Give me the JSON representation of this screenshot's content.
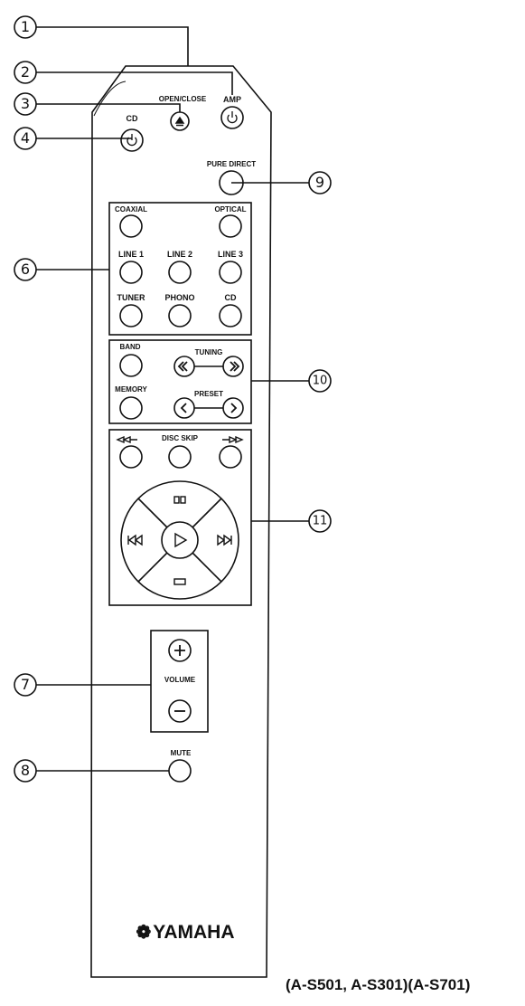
{
  "callouts": {
    "c1": "1",
    "c2": "2",
    "c3": "3",
    "c4": "4",
    "c6": "6",
    "c7": "7",
    "c8": "8",
    "c9": "9",
    "c10": "10",
    "c11": "11"
  },
  "top": {
    "cd": "CD",
    "open_close": "OPEN/CLOSE",
    "amp": "AMP",
    "pure_direct": "PURE DIRECT"
  },
  "input": {
    "coaxial": "COAXIAL",
    "optical": "OPTICAL",
    "line1": "LINE 1",
    "line2": "LINE 2",
    "line3": "LINE 3",
    "tuner": "TUNER",
    "phono": "PHONO",
    "cd": "CD"
  },
  "tuner": {
    "band": "BAND",
    "tuning": "TUNING",
    "memory": "MEMORY",
    "preset": "PRESET"
  },
  "disc": {
    "skip": "DISC SKIP"
  },
  "volume": {
    "label": "VOLUME"
  },
  "mute": {
    "label": "MUTE"
  },
  "brand": {
    "name": "YAMAHA"
  },
  "models": {
    "text": "(A-S501, A-S301)(A-S701)"
  },
  "colors": {
    "ink": "#111111",
    "panel": "#ffffff"
  }
}
